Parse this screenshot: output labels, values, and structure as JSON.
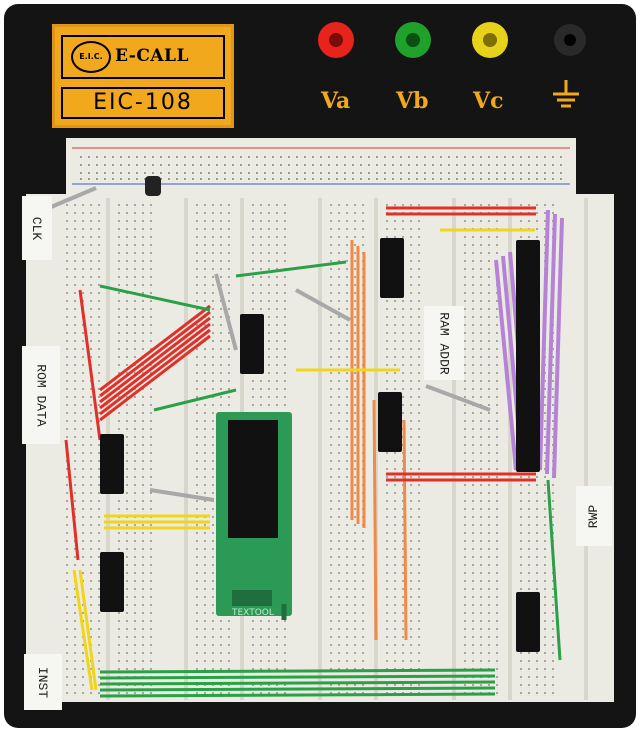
{
  "board": {
    "brand": "E-CALL",
    "logo_mark": "E.I.C.",
    "model": "EIC-108"
  },
  "binding_posts": [
    {
      "label": "Va",
      "color": "#e8231b"
    },
    {
      "label": "Vb",
      "color": "#1fa12b"
    },
    {
      "label": "Vc",
      "color": "#e6d21a"
    },
    {
      "label": "",
      "color": "#111111",
      "icon": "ground-symbol-icon"
    }
  ],
  "tape_labels": {
    "clk": "CLK",
    "rom_data": "ROM DATA",
    "ram_addr": "RAM ADDR",
    "rwp": "RWP",
    "inst": "INST"
  },
  "zif_socket": {
    "label": "TEXTOOL",
    "color": "#2c9a57"
  },
  "colors": {
    "panel": "#141414",
    "logo_orange": "#f2a81d",
    "breadboard": "#ecebe3",
    "wire_red": "#e0302a",
    "wire_green": "#2aa048",
    "wire_yellow": "#f0d51b",
    "wire_orange": "#f08a48",
    "wire_purple": "#b583d6",
    "wire_gray": "#a8a8a8"
  }
}
